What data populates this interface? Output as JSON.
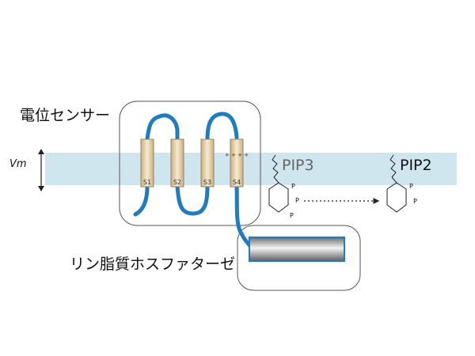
{
  "colors": {
    "membrane": "#cfe6ef",
    "protein_chain": "#1f7cc0",
    "helix_fill": "#e6d2a8",
    "box_border": "#555555",
    "text": "#111111",
    "pip_text": "#666666"
  },
  "labels": {
    "voltage_sensor": "電位センサー",
    "phosphatase": "リン脂質ホスファターゼ",
    "vm": "Vm",
    "pip3": "PIP3",
    "pip2": "PIP2"
  },
  "helices": [
    {
      "label": "S1"
    },
    {
      "label": "S2"
    },
    {
      "label": "S3"
    },
    {
      "label": "S4",
      "charges": "+ + + +"
    }
  ],
  "phosphate_label": "P",
  "icons": {
    "voltage_arrow": "double-headed-arrow-icon",
    "conversion_arrow": "dotted-arrow-icon"
  }
}
